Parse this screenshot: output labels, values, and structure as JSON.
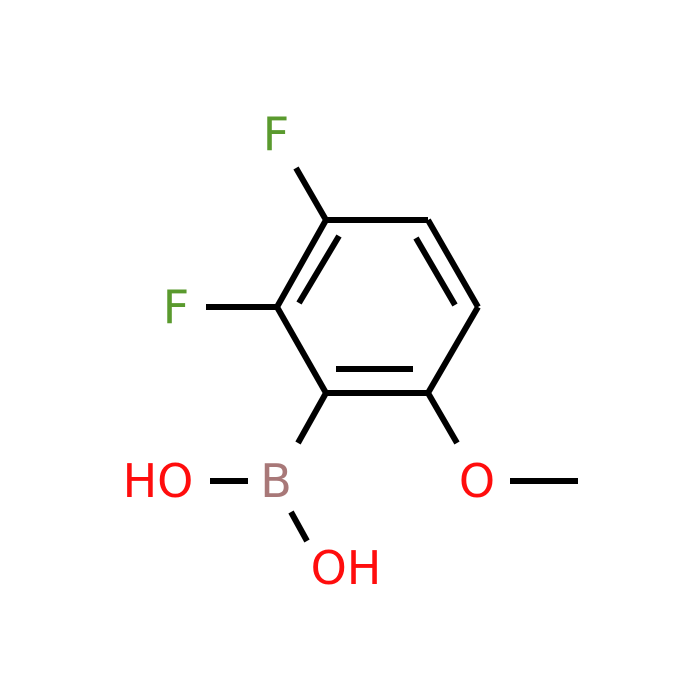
{
  "molecule": {
    "atoms": {
      "f_top": {
        "symbol": "F",
        "color": "#5a9a2e"
      },
      "f_left": {
        "symbol": "F",
        "color": "#5a9a2e"
      },
      "boron": {
        "symbol": "B",
        "color": "#a87878"
      },
      "oh_left": {
        "symbol": "HO",
        "color": "#ff0d0d"
      },
      "oh_bottom": {
        "symbol": "OH",
        "color": "#ff0d0d"
      },
      "oxygen": {
        "symbol": "O",
        "color": "#ff0d0d"
      }
    },
    "bond_color": "#000000"
  }
}
